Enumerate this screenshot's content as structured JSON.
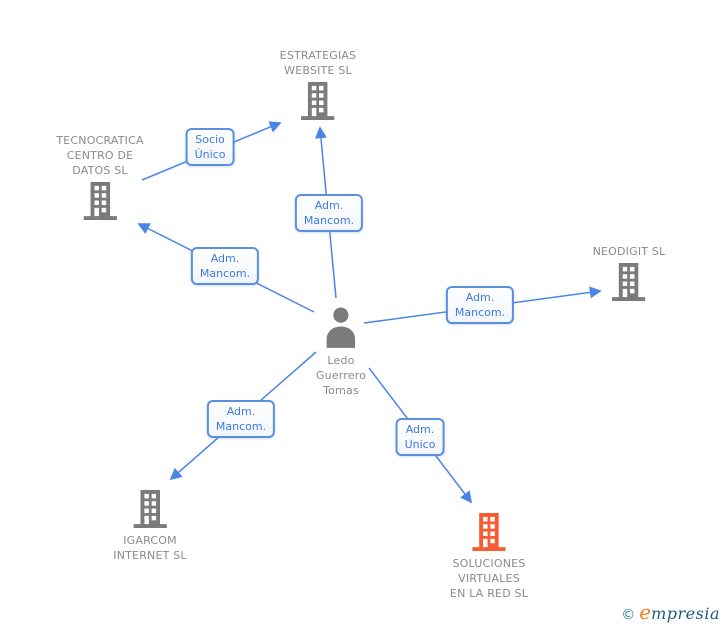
{
  "diagram": {
    "person": {
      "lines": [
        "Ledo",
        "Guerrero",
        "Tomas"
      ],
      "full_name": "Ledo Guerrero Tomas"
    },
    "nodes": {
      "estrategias": {
        "lines": [
          "ESTRATEGIAS",
          "WEBSITE SL"
        ],
        "full_name": "ESTRATEGIAS WEBSITE SL"
      },
      "tecnocratica": {
        "lines": [
          "TECNOCRATICA",
          "CENTRO DE",
          "DATOS SL"
        ],
        "full_name": "TECNOCRATICA CENTRO DE DATOS SL"
      },
      "neodigit": {
        "lines": [
          "NEODIGIT SL"
        ],
        "full_name": "NEODIGIT SL"
      },
      "igarcom": {
        "lines": [
          "IGARCOM",
          "INTERNET SL"
        ],
        "full_name": "IGARCOM INTERNET SL"
      },
      "soluciones": {
        "lines": [
          "SOLUCIONES",
          "VIRTUALES",
          "EN LA RED SL"
        ],
        "full_name": "SOLUCIONES VIRTUALES EN LA RED SL"
      }
    },
    "edge_labels": {
      "socio_unico": {
        "lines": [
          "Socio",
          "Único"
        ]
      },
      "adm_mancom_top": {
        "lines": [
          "Adm.",
          "Mancom."
        ]
      },
      "adm_mancom_left": {
        "lines": [
          "Adm.",
          "Mancom."
        ]
      },
      "adm_mancom_right": {
        "lines": [
          "Adm.",
          "Mancom."
        ]
      },
      "adm_mancom_bottom_left": {
        "lines": [
          "Adm.",
          "Mancom."
        ]
      },
      "adm_unico": {
        "lines": [
          "Adm.",
          "Unico"
        ]
      }
    },
    "edges": [
      {
        "from": "TECNOCRATICA CENTRO DE DATOS SL",
        "to": "ESTRATEGIAS WEBSITE SL",
        "label": "Socio Único"
      },
      {
        "from": "Ledo Guerrero Tomas",
        "to": "ESTRATEGIAS WEBSITE SL",
        "label": "Adm. Mancom."
      },
      {
        "from": "Ledo Guerrero Tomas",
        "to": "TECNOCRATICA CENTRO DE DATOS SL",
        "label": "Adm. Mancom."
      },
      {
        "from": "Ledo Guerrero Tomas",
        "to": "NEODIGIT SL",
        "label": "Adm. Mancom."
      },
      {
        "from": "Ledo Guerrero Tomas",
        "to": "IGARCOM INTERNET SL",
        "label": "Adm. Mancom."
      },
      {
        "from": "Ledo Guerrero Tomas",
        "to": "SOLUCIONES VIRTUALES EN LA RED SL",
        "label": "Adm. Unico"
      }
    ],
    "colors": {
      "edge_blue": "#4a86e8",
      "label_text_blue": "#3d7be0",
      "node_text_gray": "#8a8a8a",
      "building_gray": "#7b7b7b",
      "building_orange": "#f75c35"
    }
  },
  "footer": {
    "copyright": "©",
    "brand_initial": "e",
    "brand_rest": "mpresia"
  }
}
